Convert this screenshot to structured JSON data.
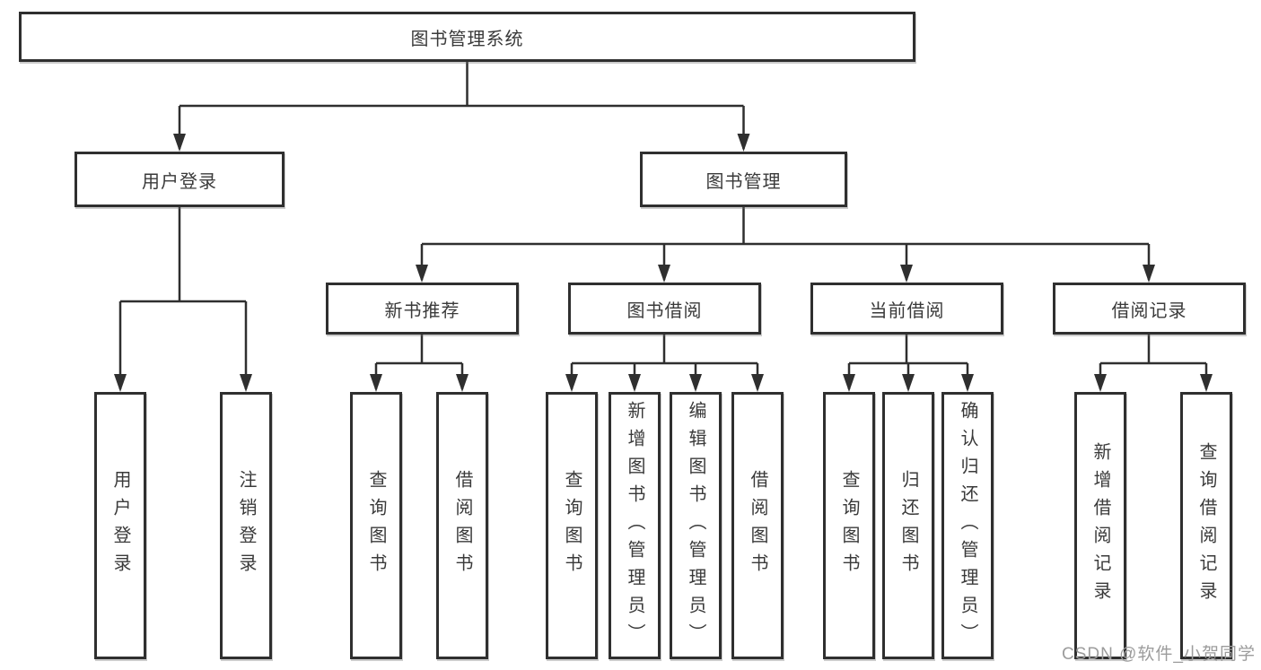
{
  "tree": {
    "root": "图书管理系统",
    "branches": [
      {
        "label": "用户登录",
        "children": [
          "用户登录",
          "注销登录"
        ]
      },
      {
        "label": "图书管理",
        "groups": [
          {
            "label": "新书推荐",
            "children": [
              "查询图书",
              "借阅图书"
            ]
          },
          {
            "label": "图书借阅",
            "children": [
              "查询图书",
              "新增图书（管理员）",
              "编辑图书（管理员）",
              "借阅图书"
            ]
          },
          {
            "label": "当前借阅",
            "children": [
              "查询图书",
              "归还图书",
              "确认归还（管理员）"
            ]
          },
          {
            "label": "借阅记录",
            "children": [
              "新增借阅记录",
              "查询借阅记录"
            ]
          }
        ]
      }
    ]
  },
  "watermark": "CSDN @软件_小贺同学",
  "colors": {
    "line": "#2f2f2f",
    "text": "#3a3a3a",
    "box_background": "#ffffff",
    "watermark": "#9c9c9c",
    "page_background": "#ffffff"
  }
}
